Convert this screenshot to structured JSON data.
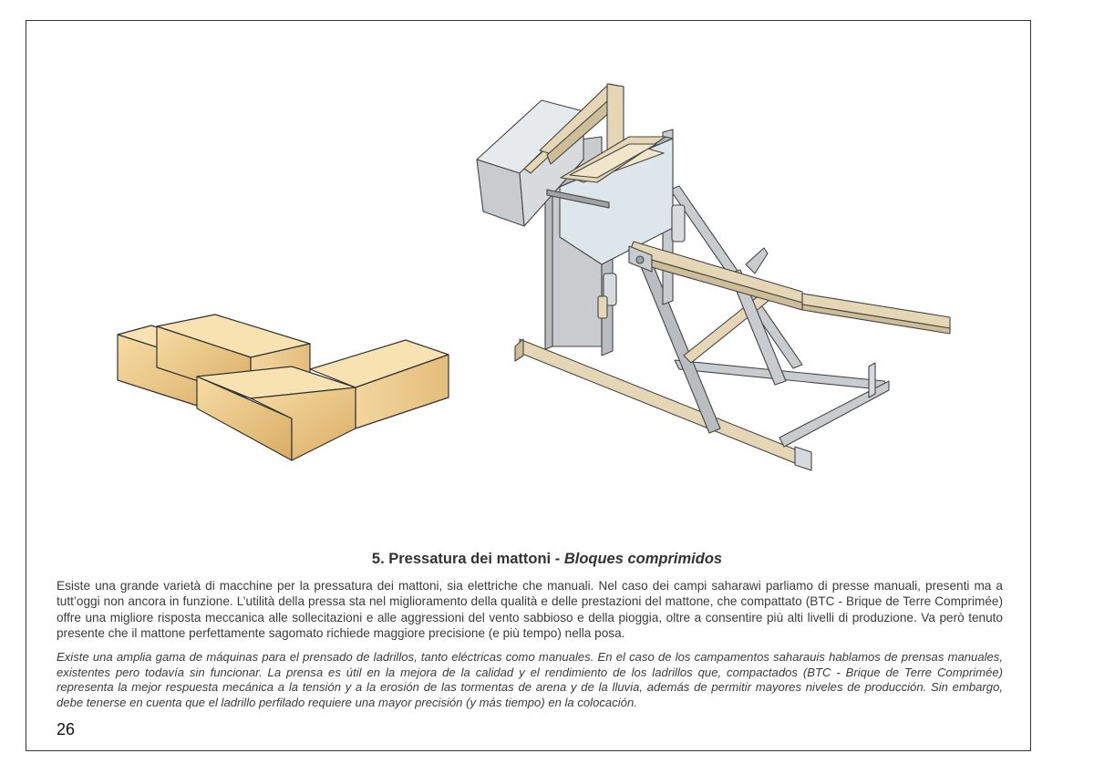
{
  "section": {
    "title_it": "5. Pressatura dei mattoni  - ",
    "title_es": "Bloques comprimidos"
  },
  "text": {
    "italian": "Esiste una grande varietà di macchine per la pressatura dei mattoni, sia elettriche che manuali. Nel caso dei campi saharawi parliamo di presse manuali, presenti ma a tutt’oggi non ancora in funzione. L’utilità della pressa sta nel miglioramento della qualità e delle prestazioni del mattone, che compattato (BTC - Brique de Terre Comprimée) offre una migliore risposta meccanica alle sollecitazioni e alle aggressioni del vento sabbioso e della pioggia, oltre a consentire più alti livelli di produzione. Va però tenuto presente che il mattone perfettamente sagomato richiede maggiore precisione (e più tempo) nella posa.",
    "spanish": "Existe una amplia gama de máquinas para el prensado de ladrillos, tanto eléctricas como manuales. En el caso de los campamentos saharauis hablamos de prensas manuales, existentes pero todavía sin funcionar. La prensa es útil en la mejora de la calidad y el rendimiento de los ladrillos que, compactados (BTC - Brique de Terre Comprimée) representa la mejor respuesta mecánica a la tensión y a la erosión de las tormentas de arena y de la lluvia, además de permitir mayores niveles de producción. Sin embargo, debe tenerse en cuenta que el ladrillo perfilado requiere una mayor precisión (y más tiempo) en la colocación."
  },
  "page_number": "26",
  "colors": {
    "brick_top": "#f8e2b2",
    "brick_front": "#e8c488",
    "brick_side": "#d6a760",
    "steel": "#c9cccf",
    "steel_dark": "#9fa3a6",
    "wood": "#e5d6b5",
    "box_face": "#dde6ea"
  }
}
